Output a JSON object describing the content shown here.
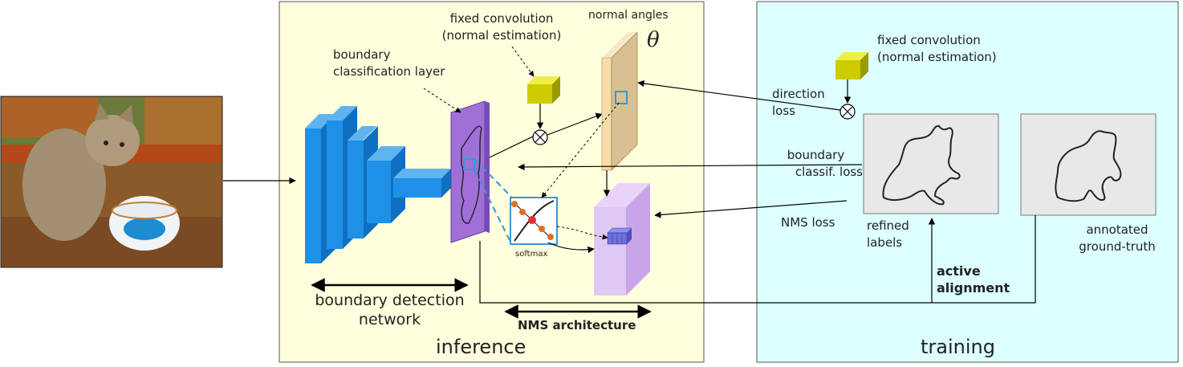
{
  "panels": {
    "inference_title": "inference",
    "training_title": "training"
  },
  "labels": {
    "fixed_conv_inference": [
      "fixed convolution",
      "(normal estimation)"
    ],
    "normal_angles": "normal angles",
    "theta": "θ",
    "boundary_classification_layer": [
      "boundary",
      "classification layer"
    ],
    "softmax": "softmax",
    "boundary_detection_network": [
      "boundary detection",
      "network"
    ],
    "nms_architecture": "NMS architecture",
    "fixed_conv_training": [
      "fixed convolution",
      "(normal estimation)"
    ],
    "direction_loss": [
      "direction",
      "loss"
    ],
    "boundary_classif_loss": [
      "boundary",
      "classif. loss"
    ],
    "nms_loss": "NMS loss",
    "refined_labels": [
      "refined",
      "labels"
    ],
    "annotated_ground_truth": [
      "annotated",
      "ground-truth"
    ],
    "active_alignment": [
      "active",
      "alignment"
    ]
  },
  "colors": {
    "inference_bg": "#FFFFDD",
    "training_bg": "#DDFFFF",
    "network_blue": "#1E90E6",
    "classifier_purple": "#A070D8",
    "normal_map": "#F5DCA8",
    "nms_volume": "#D8B8F0",
    "fixed_conv": "#CCCC00",
    "highlight": "#3399DD"
  }
}
